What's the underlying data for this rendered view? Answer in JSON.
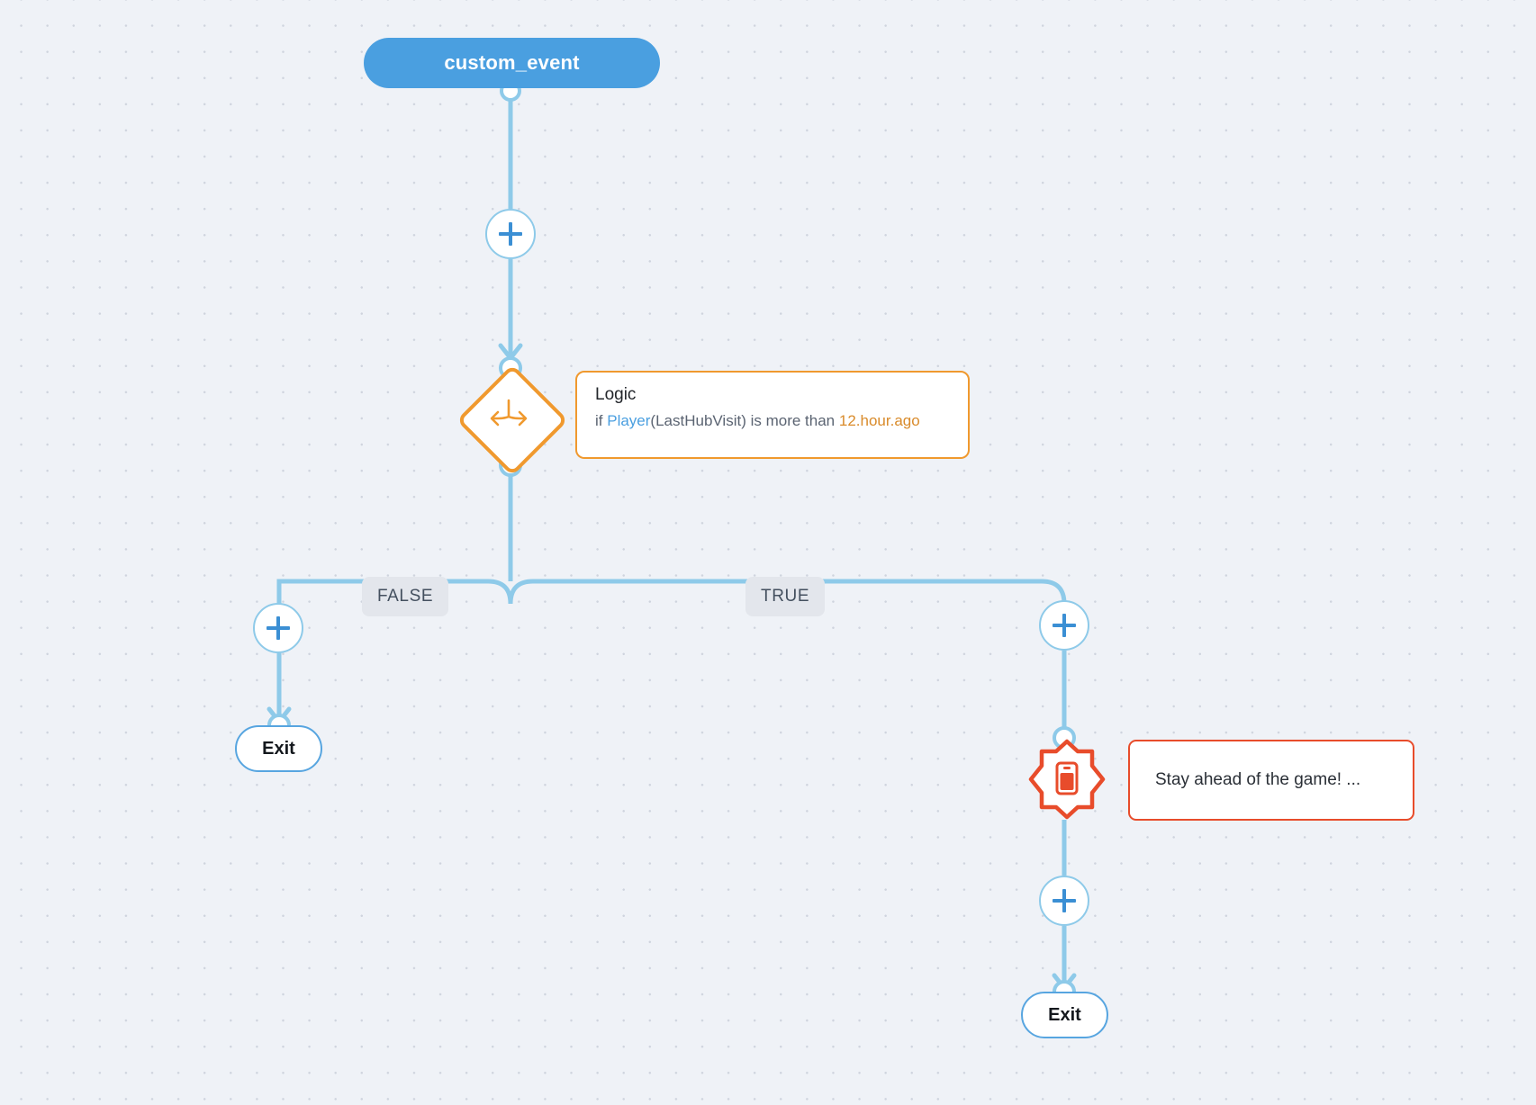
{
  "canvas": {
    "background_color": "#eff2f7",
    "dot_color": "#cfd4de"
  },
  "flow": {
    "trigger": {
      "label": "custom_event",
      "color": "#4a9fe0",
      "icon": "trigger-pill"
    },
    "add_buttons": [
      {
        "name": "add-step-after-trigger",
        "icon": "plus-icon"
      },
      {
        "name": "add-step-false-branch",
        "icon": "plus-icon"
      },
      {
        "name": "add-step-true-branch",
        "icon": "plus-icon"
      },
      {
        "name": "add-step-after-push",
        "icon": "plus-icon"
      }
    ],
    "logic_node": {
      "icon": "split-branch-icon",
      "color": "#f0992e",
      "card": {
        "title": "Logic",
        "expression_prefix": "if ",
        "attribute": "Player",
        "attribute_arg": "(LastHubVisit)",
        "operator": " is more than ",
        "value": "12.hour.ago"
      }
    },
    "branches": [
      {
        "label": "FALSE",
        "side": "left"
      },
      {
        "label": "TRUE",
        "side": "right"
      }
    ],
    "exit_nodes": [
      {
        "label": "Exit",
        "branch": "FALSE"
      },
      {
        "label": "Exit",
        "branch": "TRUE"
      }
    ],
    "push_node": {
      "icon": "mobile-push-icon",
      "color": "#e84c2b",
      "message": "Stay ahead of the game! ..."
    }
  },
  "colors": {
    "edge": "#8ecae9",
    "trigger_blue": "#4a9fe0",
    "logic_orange": "#f0992e",
    "push_red": "#e84c2b",
    "label_gray": "#e3e6ec"
  }
}
